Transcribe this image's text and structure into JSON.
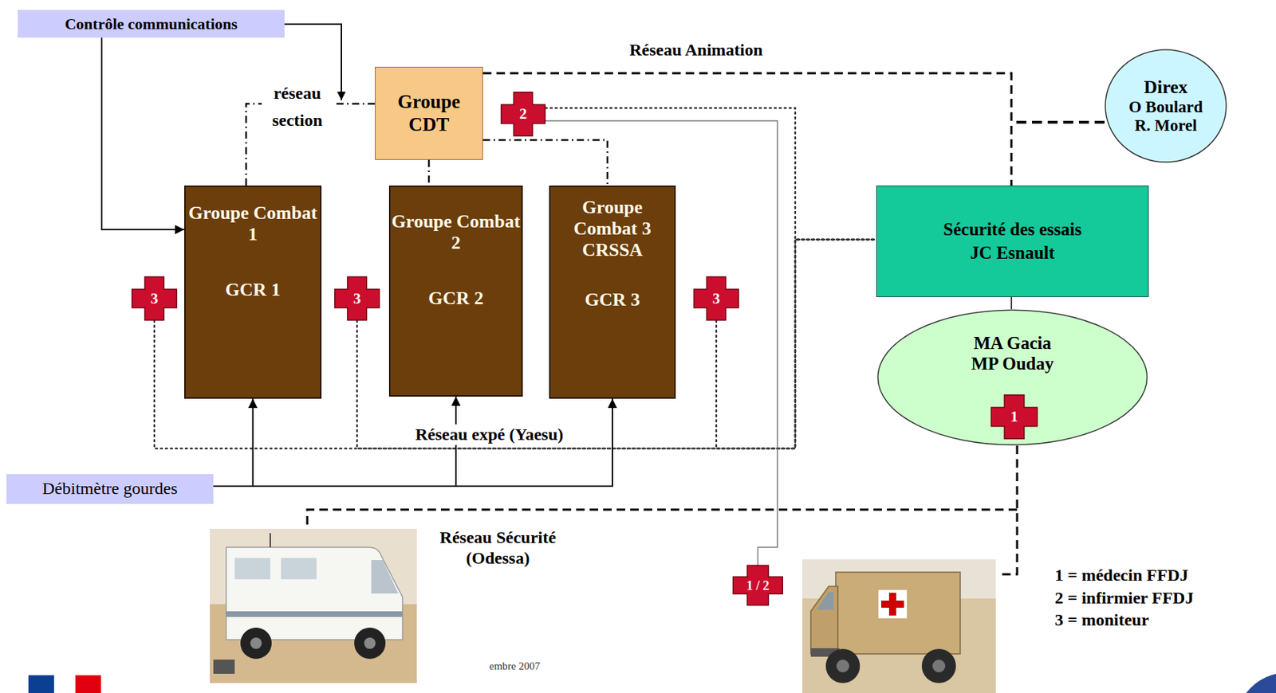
{
  "diagram": {
    "nodes": [
      {
        "text": [
          "Contrôle communications"
        ]
      },
      {
        "text": [
          "Groupe CDT"
        ]
      },
      {
        "text": [
          "2"
        ]
      },
      {
        "text": [
          "Direx",
          "O Boulard R. Morel"
        ]
      },
      {
        "text": [
          "Groupe Combat 1",
          "GCR 1"
        ]
      },
      {
        "text": [
          "Groupe Combat 2",
          "GCR 2"
        ]
      },
      {
        "text": [
          "Groupe Combat 3 CRSSA",
          "GCR 3"
        ]
      },
      {
        "text": [
          "Sécurité des essais",
          "JC Esnault"
        ]
      },
      {
        "text": [
          "3"
        ]
      },
      {
        "text": [
          "3"
        ]
      },
      {
        "text": [
          "3"
        ]
      },
      {
        "text": [
          "MA Gacia MP Ouday"
        ]
      },
      {
        "text": [
          "1"
        ],
        "in": 11
      },
      {
        "text": [
          "Débitmètre gourdes"
        ]
      },
      {
        "text": [
          "1 / 2"
        ]
      }
    ],
    "edges": [
      {
        "from": 0,
        "to": 4,
        "arrow": "to"
      },
      {
        "from": 1,
        "to": 4,
        "arrow": "none"
      },
      {
        "from": 1,
        "to": 5,
        "arrow": "none"
      },
      {
        "from": 1,
        "to": 6,
        "arrow": "none"
      },
      {
        "from": 1,
        "to": 7,
        "arrow": "none"
      },
      {
        "from": 3,
        "to": 7,
        "arrow": "none"
      },
      {
        "from": 7,
        "to": 11,
        "arrow": "none"
      },
      {
        "from": 2,
        "to": 7,
        "arrow": "none"
      },
      {
        "from": 8,
        "to": 7,
        "arrow": "none"
      },
      {
        "from": 9,
        "to": 7,
        "arrow": "none"
      },
      {
        "from": 10,
        "to": 7,
        "arrow": "none"
      },
      {
        "from": 2,
        "to": 14,
        "arrow": "none"
      },
      {
        "from": 13,
        "to": 4,
        "arrow": "to"
      },
      {
        "from": 13,
        "to": 5,
        "arrow": "to"
      },
      {
        "from": 13,
        "to": 6,
        "arrow": "to"
      }
    ],
    "labels": [
      "Réseau Animation",
      "réseau section",
      "Réseau expé (Yaesu)",
      "Réseau Sécurité (Odessa)",
      "embre 2007"
    ],
    "legend": [
      {
        "text": "1 = médecin FFDJ"
      },
      {
        "text": "2 = infirmier FFDJ"
      },
      {
        "text": "3 = moniteur"
      }
    ]
  }
}
